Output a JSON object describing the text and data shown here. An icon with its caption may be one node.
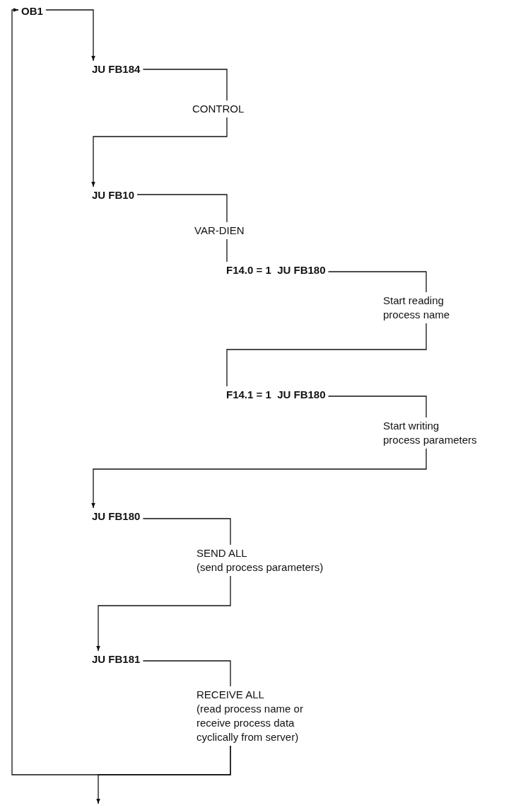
{
  "diagram": {
    "nodes": [
      {
        "text": [
          "OB1"
        ]
      },
      {
        "text": [
          "JU FB184"
        ]
      },
      {
        "text": [
          "CONTROL"
        ]
      },
      {
        "text": [
          "JU FB10"
        ]
      },
      {
        "text": [
          "VAR-DIEN"
        ]
      },
      {
        "text": [
          "F14.0 = 1  JU FB180"
        ]
      },
      {
        "text": [
          "Start reading process name"
        ]
      },
      {
        "text": [
          "F14.1 = 1  JU FB180"
        ]
      },
      {
        "text": [
          "Start writing process parameters"
        ]
      },
      {
        "text": [
          "JU FB180"
        ]
      },
      {
        "text": [
          "SEND ALL",
          "(send process parameters)"
        ]
      },
      {
        "text": [
          "JU FB181"
        ]
      },
      {
        "text": [
          "RECEIVE ALL",
          "(read process name or receive process data cyclically from server)"
        ]
      }
    ],
    "edges": [
      {
        "from": 0,
        "to": 1,
        "arrow": "to"
      },
      {
        "from": 1,
        "to": 2,
        "arrow": "none"
      },
      {
        "from": 2,
        "to": 3,
        "arrow": "to"
      },
      {
        "from": 3,
        "to": 4,
        "arrow": "none"
      },
      {
        "from": 4,
        "to": 5,
        "arrow": "none"
      },
      {
        "from": 5,
        "to": 6,
        "arrow": "none"
      },
      {
        "from": 6,
        "to": 7,
        "arrow": "none"
      },
      {
        "from": 7,
        "to": 8,
        "arrow": "none"
      },
      {
        "from": 8,
        "to": 9,
        "arrow": "to"
      },
      {
        "from": 9,
        "to": 10,
        "arrow": "none"
      },
      {
        "from": 10,
        "to": 11,
        "arrow": "to"
      },
      {
        "from": 11,
        "to": 12,
        "arrow": "none"
      },
      {
        "from": 12,
        "to": 0,
        "arrow": "to"
      },
      {
        "from": 12,
        "to": null,
        "arrow": "to"
      }
    ]
  }
}
